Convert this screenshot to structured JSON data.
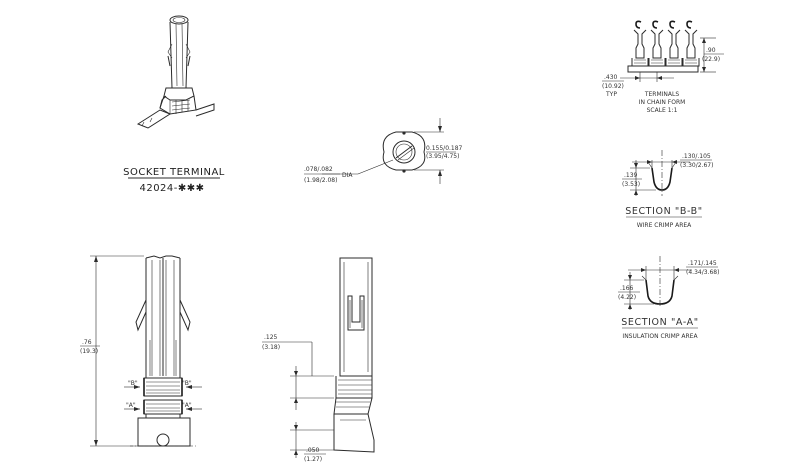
{
  "title": {
    "name": "SOCKET TERMINAL",
    "part": "42024-✱✱✱"
  },
  "chain": {
    "pitch_in": ".430",
    "pitch_mm": "(10.92)",
    "pitch_note": "TYP",
    "height_in": ".90",
    "height_mm": "(22.9)",
    "caption": [
      "TERMINALS",
      "IN CHAIN FORM",
      "SCALE 1:1"
    ]
  },
  "end_view": {
    "dia_in": ".078/.082",
    "dia_mm": "(1.98/2.08)",
    "dia_label": "DIA",
    "width_in": "0.155/0.187",
    "width_mm": "(3.95/4.75)"
  },
  "section_b": {
    "w_in": ".130/.105",
    "w_mm": "(3.30/2.67)",
    "h_in": ".139",
    "h_mm": "(3.53)",
    "title": "SECTION \"B-B\"",
    "subtitle": "WIRE CRIMP AREA"
  },
  "section_a": {
    "w_in": ".171/.145",
    "w_mm": "(4.34/3.68)",
    "h_in": ".166",
    "h_mm": "(4.22)",
    "title": "SECTION \"A-A\"",
    "subtitle": "INSULATION CRIMP AREA"
  },
  "front_view": {
    "len_in": ".76",
    "len_mm": "(19.3)",
    "mark_b": "\"B\"",
    "mark_a": "\"A\""
  },
  "side_view": {
    "off_in": ".125",
    "off_mm": "(3.18)",
    "thk_in": ".050",
    "thk_mm": "(1.27)"
  }
}
